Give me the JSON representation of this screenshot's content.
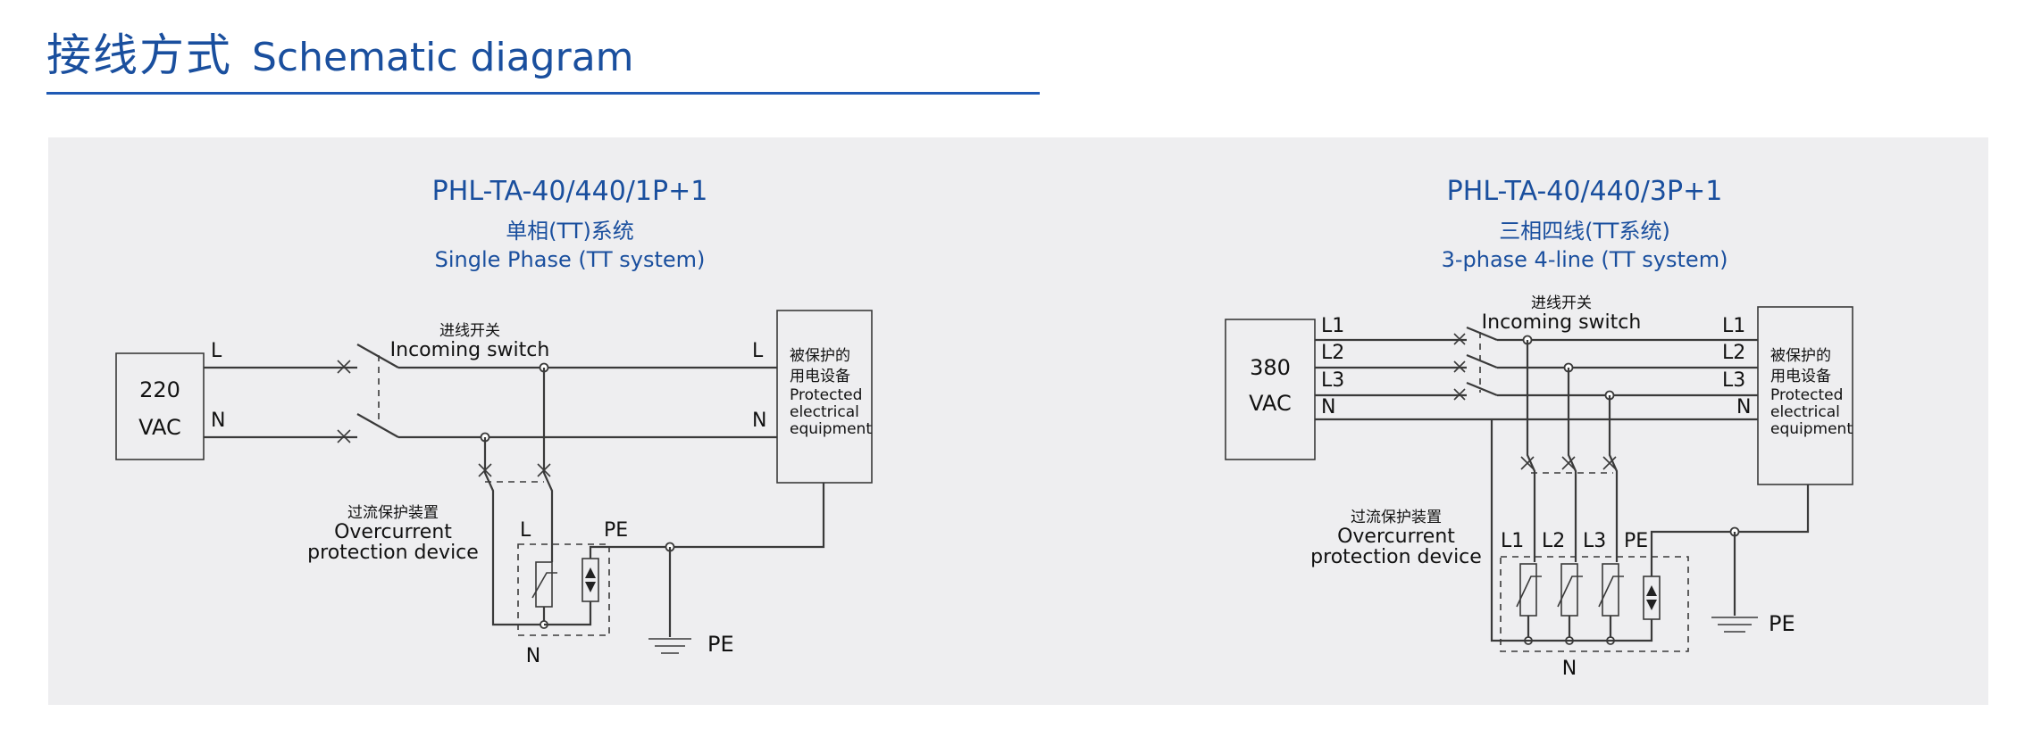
{
  "header": {
    "title_zh": "接线方式",
    "title_en": "Schematic diagram"
  },
  "left": {
    "model": "PHL-TA-40/440/1P+1",
    "subtitle_zh": "单相(TT)系统",
    "subtitle_en": "Single Phase (TT system)",
    "source_line1": "220",
    "source_line2": "VAC",
    "label_L": "L",
    "label_N": "N",
    "switch_zh": "进线开关",
    "switch_en": "Incoming switch",
    "load_zh1": "被保护的",
    "load_zh2": "用电设备",
    "load_en1": "Protected",
    "load_en2": "electrical",
    "load_en3": "equipment",
    "ocpd_zh": "过流保护装置",
    "ocpd_en1": "Overcurrent",
    "ocpd_en2": "protection device",
    "spd_L": "L",
    "spd_PE": "PE",
    "spd_N": "N",
    "ground_PE": "PE"
  },
  "right": {
    "model": "PHL-TA-40/440/3P+1",
    "subtitle_zh": "三相四线(TT系统)",
    "subtitle_en": "3-phase 4-line (TT system)",
    "source_line1": "380",
    "source_line2": "VAC",
    "label_L1": "L1",
    "label_L2": "L2",
    "label_L3": "L3",
    "label_N": "N",
    "switch_zh": "进线开关",
    "switch_en": "Incoming switch",
    "load_zh1": "被保护的",
    "load_zh2": "用电设备",
    "load_en1": "Protected",
    "load_en2": "electrical",
    "load_en3": "equipment",
    "ocpd_zh": "过流保护装置",
    "ocpd_en1": "Overcurrent",
    "ocpd_en2": "protection device",
    "spd_L1": "L1",
    "spd_L2": "L2",
    "spd_L3": "L3",
    "spd_PE": "PE",
    "spd_N": "N",
    "ground_PE": "PE"
  }
}
